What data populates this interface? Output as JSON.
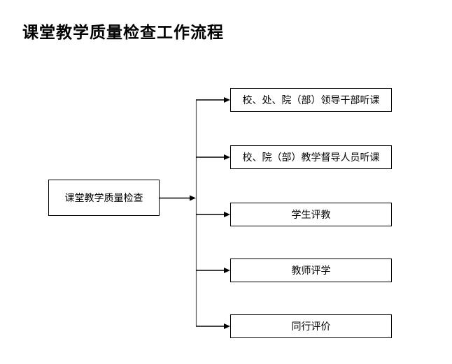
{
  "title": "课堂教学质量检查工作流程",
  "flowchart": {
    "root": {
      "label": "课堂教学质量检查"
    },
    "branches": [
      {
        "label": "校、处、院（部）领导干部听课"
      },
      {
        "label": "校、院（部）教学督导人员听课"
      },
      {
        "label": "学生评教"
      },
      {
        "label": "教师评学"
      },
      {
        "label": "同行评价"
      }
    ],
    "colors": {
      "background": "#ffffff",
      "text": "#000000",
      "box_border": "#000000",
      "arrow_line": "#000000",
      "trunk_line": "#595959"
    }
  }
}
